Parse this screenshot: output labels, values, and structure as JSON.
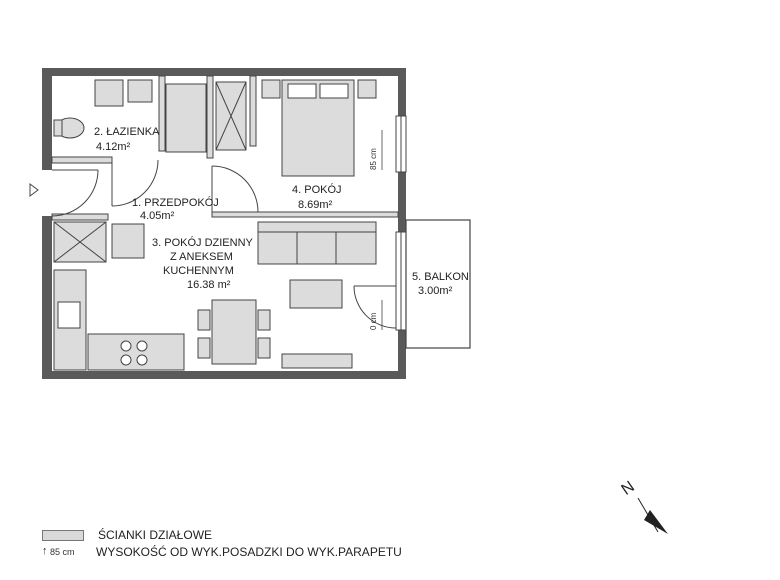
{
  "rooms": [
    {
      "number": "1.",
      "name": "PRZEDPOKÓJ",
      "area": "4.05m²"
    },
    {
      "number": "2.",
      "name": "ŁAZIENKA",
      "area": "4.12m²"
    },
    {
      "number": "3.",
      "name_lines": [
        "POKÓJ DZIENNY",
        "Z ANEKSEM",
        "KUCHENNYM"
      ],
      "area": "16.38 m²"
    },
    {
      "number": "4.",
      "name": "POKÓJ",
      "area": "8.69m²"
    },
    {
      "number": "5.",
      "name": "BALKON",
      "area": "3.00m²"
    }
  ],
  "labels": {
    "r1": "1. PRZEDPOKÓJ",
    "r1_area": "4.05m²",
    "r2": "2. ŁAZIENKA",
    "r2_area": "4.12m²",
    "r3_l1": "3. POKÓJ DZIENNY",
    "r3_l2": "Z ANEKSEM",
    "r3_l3": "KUCHENNYM",
    "r3_area": "16.38 m²",
    "r4": "4. POKÓJ",
    "r4_area": "8.69m²",
    "r5": "5. BALKON",
    "r5_area": "3.00m²",
    "window_height_1": "85 cm",
    "window_height_2": "0 cm"
  },
  "compass": {
    "letter": "N"
  },
  "legend": {
    "partition_walls": "ŚCIANKI DZIAŁOWE",
    "sill_height_value": "85 cm",
    "sill_height_desc": "WYSOKOŚĆ OD WYK.POSADZKI DO WYK.PARAPETU"
  },
  "colors": {
    "structural_wall": "#555555",
    "partition_wall": "#d9d9d9",
    "furniture_fill": "#d9d9d9",
    "line": "#444444"
  }
}
